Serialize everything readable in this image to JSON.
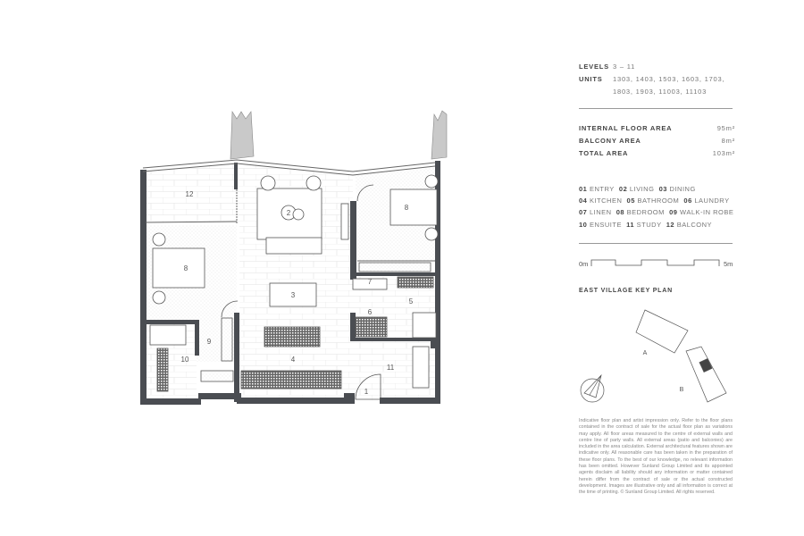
{
  "unit_info": {
    "levels_label": "LEVELS",
    "levels_value": "3 – 11",
    "units_label": "UNITS",
    "units_line1": "1303, 1403, 1503, 1603, 1703,",
    "units_line2": "1803, 1903, 11003, 11103"
  },
  "areas": [
    {
      "label": "INTERNAL FLOOR AREA",
      "value": "95m²"
    },
    {
      "label": "BALCONY AREA",
      "value": "8m²"
    },
    {
      "label": "TOTAL AREA",
      "value": "103m²"
    }
  ],
  "legend": [
    [
      {
        "num": "01",
        "name": "ENTRY"
      },
      {
        "num": "02",
        "name": "LIVING"
      },
      {
        "num": "03",
        "name": "DINING"
      }
    ],
    [
      {
        "num": "04",
        "name": "KITCHEN"
      },
      {
        "num": "05",
        "name": "BATHROOM"
      },
      {
        "num": "06",
        "name": "LAUNDRY"
      }
    ],
    [
      {
        "num": "07",
        "name": "LINEN"
      },
      {
        "num": "08",
        "name": "BEDROOM"
      },
      {
        "num": "09",
        "name": "WALK-IN ROBE"
      }
    ],
    [
      {
        "num": "10",
        "name": "ENSUITE"
      },
      {
        "num": "11",
        "name": "STUDY"
      },
      {
        "num": "12",
        "name": "BALCONY"
      }
    ]
  ],
  "scale": {
    "start": "0m",
    "end": "5m"
  },
  "key_plan": {
    "title": "EAST VILLAGE KEY PLAN",
    "building_a": "A",
    "building_b": "B"
  },
  "rooms": {
    "r1": "1",
    "r2": "2",
    "r3": "3",
    "r4": "4",
    "r5": "5",
    "r6": "6",
    "r7": "7",
    "r8a": "8",
    "r8b": "8",
    "r9": "9",
    "r10": "10",
    "r11": "11",
    "r12": "12"
  },
  "disclaimer": "Indicative floor plan and artist impression only. Refer to the floor plans contained in the contract of sale for the actual floor plan as variations may apply. All floor areas measured to the centre of external walls and centre line of party walls. All external areas (patio and balconies) are included in the area calculation. External architectural features shown are indicative only. All reasonable care has been taken in the preparation of these floor plans. To the best of our knowledge, no relevant information has been omitted. However Sunland Group Limited and its appointed agents disclaim all liability should any information or matter contained herein differ from the contract of sale or the actual constructed development. Images are illustrative only and all information is correct at the time of printing. © Sunland Group Limited. All rights reserved.",
  "colors": {
    "wall": "#4a4d52",
    "planter": "#c9c9c9",
    "text": "#555555"
  }
}
